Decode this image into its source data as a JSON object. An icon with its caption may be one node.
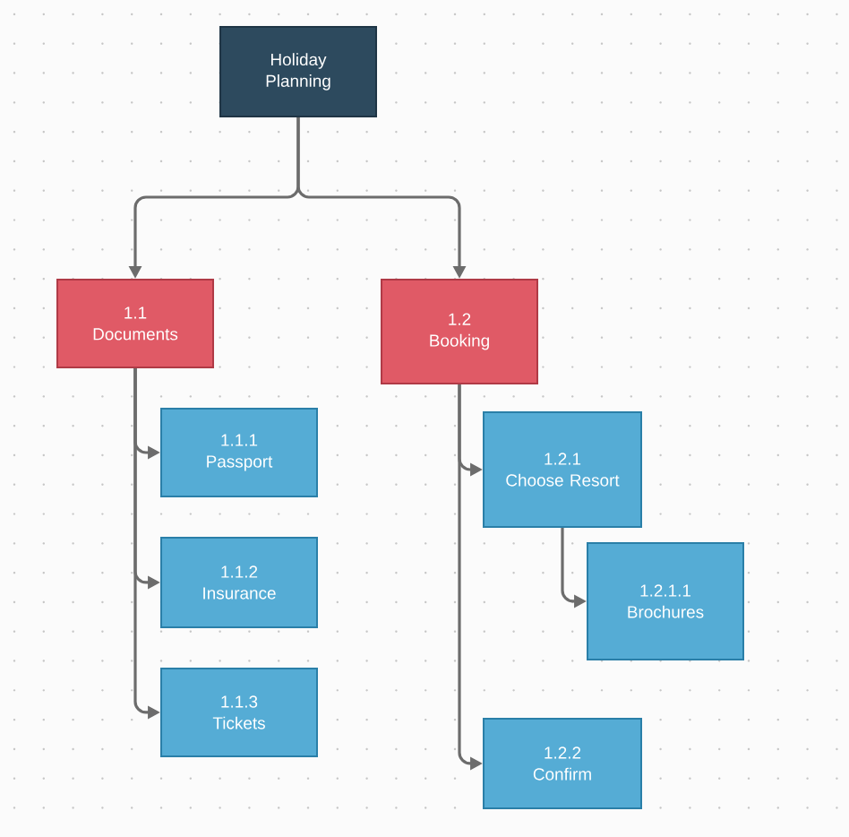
{
  "diagram": {
    "nodes": [
      {
        "text": [
          "Holiday",
          "Planning"
        ]
      },
      {
        "text": [
          "1.1",
          "Documents"
        ]
      },
      {
        "text": [
          "1.2",
          "Booking"
        ]
      },
      {
        "text": [
          "1.1.1",
          "Passport"
        ]
      },
      {
        "text": [
          "1.1.2",
          "Insurance"
        ]
      },
      {
        "text": [
          "1.1.3",
          "Tickets"
        ]
      },
      {
        "text": [
          "1.2.1",
          "Choose Resort"
        ]
      },
      {
        "text": [
          "1.2.1.1",
          "Brochures"
        ]
      },
      {
        "text": [
          "1.2.2",
          "Confirm"
        ]
      }
    ],
    "edges": [
      {
        "from": 0,
        "to": 1,
        "arrow": "to"
      },
      {
        "from": 0,
        "to": 2,
        "arrow": "to"
      },
      {
        "from": 1,
        "to": 3,
        "arrow": "to"
      },
      {
        "from": 1,
        "to": 4,
        "arrow": "to"
      },
      {
        "from": 1,
        "to": 5,
        "arrow": "to"
      },
      {
        "from": 2,
        "to": 6,
        "arrow": "to"
      },
      {
        "from": 2,
        "to": 8,
        "arrow": "to"
      },
      {
        "from": 6,
        "to": 7,
        "arrow": "to"
      }
    ]
  }
}
